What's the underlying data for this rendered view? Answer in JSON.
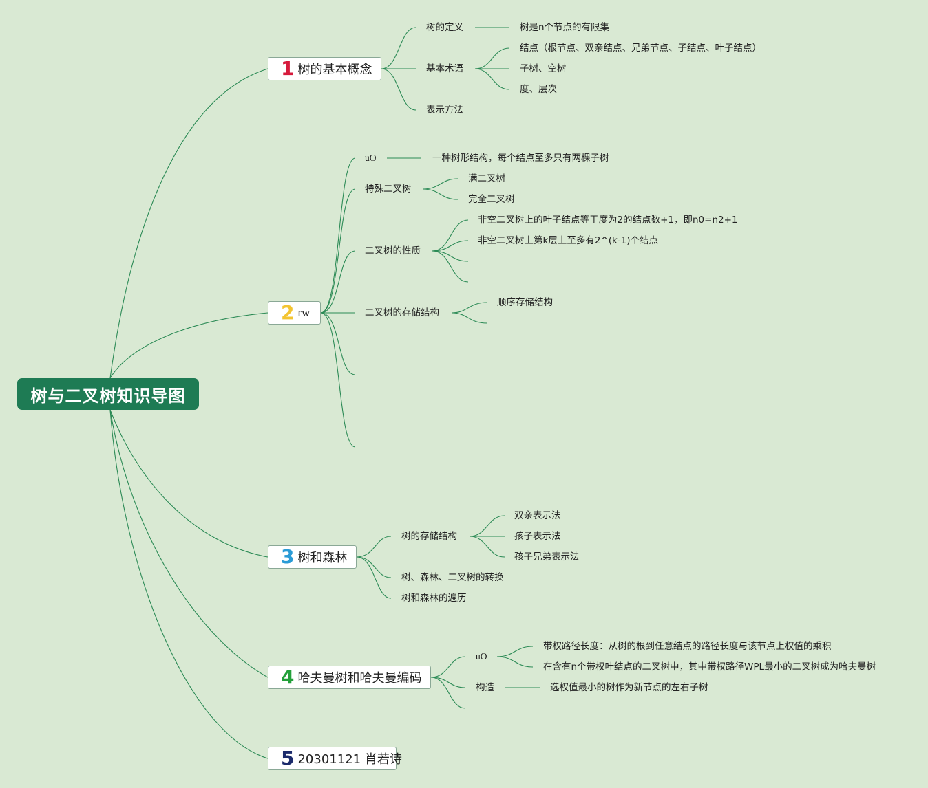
{
  "root": {
    "title": "树与二叉树知识导图"
  },
  "colors": {
    "background": "#d9e9d3",
    "root_fill": "#1e7b54",
    "connector": "#2b8a55",
    "num1": "#d61a3c",
    "num2": "#f3c431",
    "num3": "#2a9bd6",
    "num4": "#23a03a",
    "num5": "#1b2a6b"
  },
  "branches": [
    {
      "num": "1",
      "label": "树的基本概念",
      "children": [
        {
          "label": "树的定义",
          "children": [
            "树是n个节点的有限集"
          ]
        },
        {
          "label": "基本术语",
          "children": [
            "结点（根节点、双亲结点、兄弟节点、子结点、叶子结点）",
            "子树、空树",
            "度、层次"
          ]
        },
        {
          "label": "表示方法"
        }
      ]
    },
    {
      "num": "2",
      "label": "rw",
      "children": [
        {
          "label": "uO",
          "children": [
            "一种树形结构，每个结点至多只有两棵子树"
          ]
        },
        {
          "label": "特殊二叉树",
          "children": [
            "满二叉树",
            "完全二叉树"
          ]
        },
        {
          "label": "二叉树的性质",
          "children": [
            "非空二叉树上的叶子结点等于度为2的结点数+1，即n0=n2+1",
            "非空二叉树上第k层上至多有2^(k-1)个结点",
            "",
            ""
          ]
        },
        {
          "label": "二叉树的存储结构",
          "children": [
            "顺序存储结构",
            ""
          ]
        },
        {
          "label": ""
        },
        {
          "label": ""
        }
      ]
    },
    {
      "num": "3",
      "label": "树和森林",
      "children": [
        {
          "label": "树的存储结构",
          "children": [
            "双亲表示法",
            "孩子表示法",
            "孩子兄弟表示法"
          ]
        },
        {
          "label": "树、森林、二叉树的转换"
        },
        {
          "label": "树和森林的遍历"
        }
      ]
    },
    {
      "num": "4",
      "label": "哈夫曼树和哈夫曼编码",
      "children": [
        {
          "label": "uO",
          "children": [
            "带权路径长度：从树的根到任意结点的路径长度与该节点上权值的乘积",
            "在含有n个带权叶结点的二叉树中，其中带权路径WPL最小的二叉树成为哈夫曼树"
          ]
        },
        {
          "label": "构造",
          "children": [
            "选权值最小的树作为新节点的左右子树"
          ]
        },
        {
          "label": ""
        }
      ]
    },
    {
      "num": "5",
      "label": "20301121 肖若诗",
      "children": []
    }
  ]
}
